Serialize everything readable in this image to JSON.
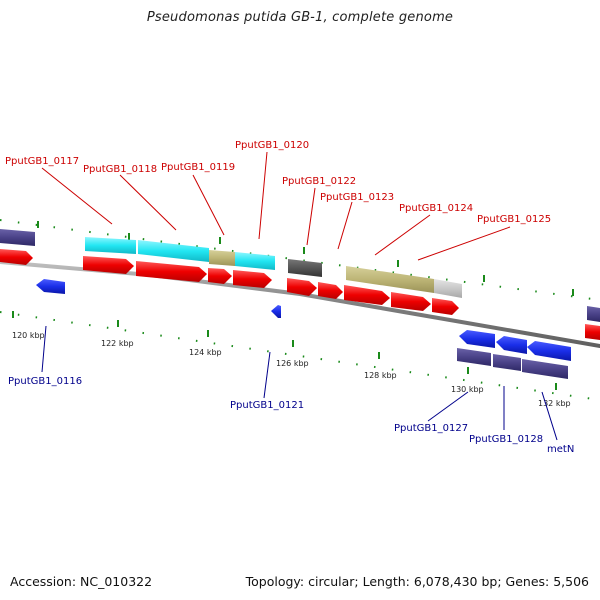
{
  "title": "Pseudomonas putida GB-1, complete genome",
  "footer": {
    "accession": "Accession: NC_010322",
    "summary": "Topology: circular; Length: 6,078,430 bp; Genes: 5,506"
  },
  "colors": {
    "forward_label": "#cc0000",
    "reverse_label": "#00008b",
    "tick": "#1a8a1a",
    "backbone": "#808080"
  },
  "ruler_labels": [
    "120 kbp",
    "122 kbp",
    "124 kbp",
    "126 kbp",
    "128 kbp",
    "130 kbp",
    "132 kbp"
  ],
  "forward_labels": [
    "PputGB1_0117",
    "PputGB1_0118",
    "PputGB1_0119",
    "PputGB1_0120",
    "PputGB1_0122",
    "PputGB1_0123",
    "PputGB1_0124",
    "PputGB1_0125"
  ],
  "reverse_labels": [
    "PputGB1_0116",
    "PputGB1_0121",
    "PputGB1_0127",
    "PputGB1_0128",
    "metN"
  ]
}
